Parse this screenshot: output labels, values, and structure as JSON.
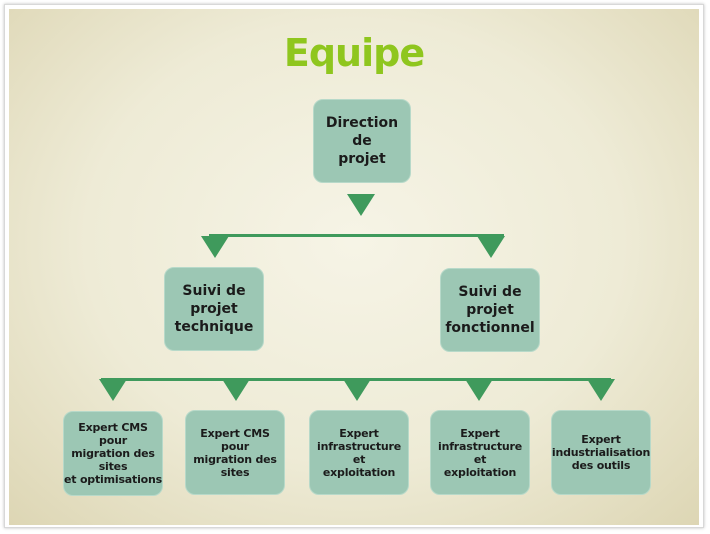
{
  "title": "Equipe",
  "colors": {
    "title": "#8fc61e",
    "box_fill": "#9cc7b4",
    "connector": "#3f9a5c"
  },
  "nodes": {
    "direction": "Direction\nde\nprojet",
    "suivi_technique": "Suivi de\nprojet\ntechnique",
    "suivi_fonctionnel": "Suivi de\nprojet\nfonctionnel",
    "experts": [
      "Expert CMS pour\nmigration des\nsites\net optimisations",
      "Expert CMS pour\nmigration des\nsites",
      "Expert\ninfrastructure et\nexploitation",
      "Expert\ninfrastructure et\nexploitation",
      "Expert\nindustrialisation\ndes outils"
    ]
  }
}
